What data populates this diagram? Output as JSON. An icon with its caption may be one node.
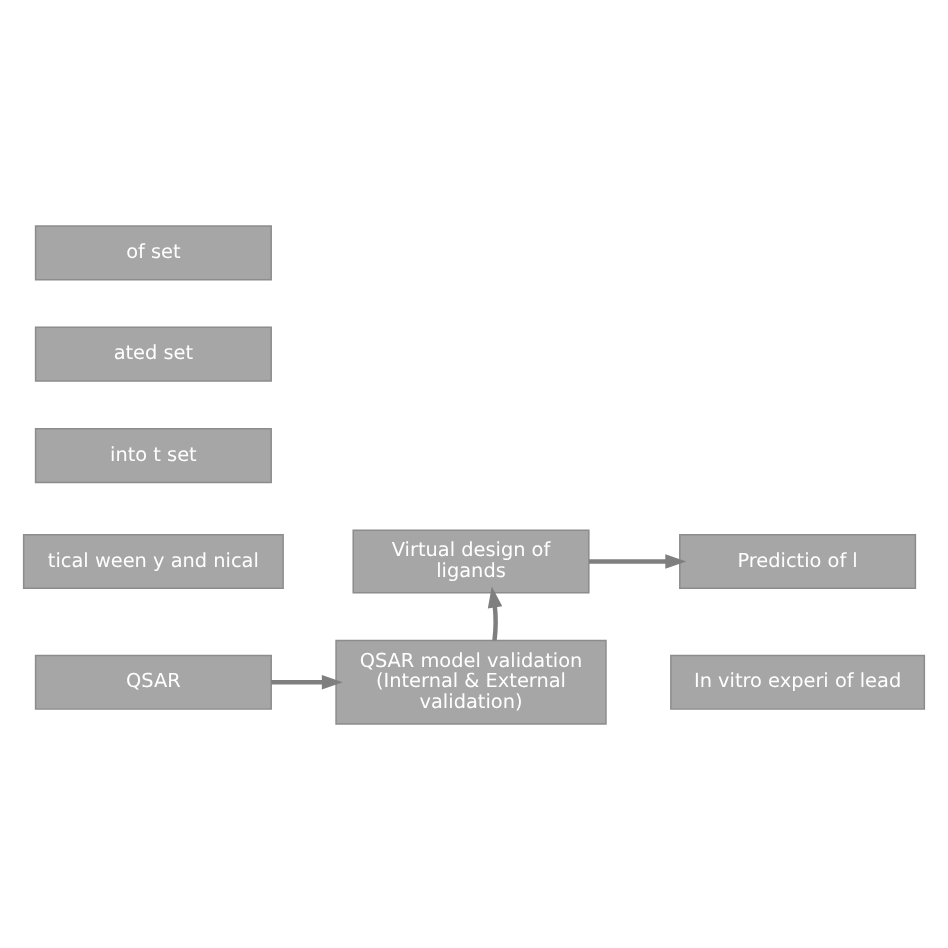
{
  "diagram": {
    "nodes": [
      {
        "text": [
          "of set"
        ]
      },
      {
        "text": [
          "ated set"
        ]
      },
      {
        "text": [
          "into t set"
        ]
      },
      {
        "text": [
          "tical ween y and nical"
        ]
      },
      {
        "text": [
          "QSAR"
        ]
      },
      {
        "text": [
          "QSAR model validation (Internal & External validation)"
        ]
      },
      {
        "text": [
          "Virtual design of ligands"
        ]
      },
      {
        "text": [
          "Predictio of l"
        ]
      },
      {
        "text": [
          "In vitro experi of lead"
        ]
      }
    ],
    "edges": [
      {
        "from": 4,
        "to": 5,
        "arrow": "to"
      },
      {
        "from": 5,
        "to": 6,
        "arrow": "to"
      },
      {
        "from": 6,
        "to": 7,
        "arrow": "to"
      }
    ]
  }
}
